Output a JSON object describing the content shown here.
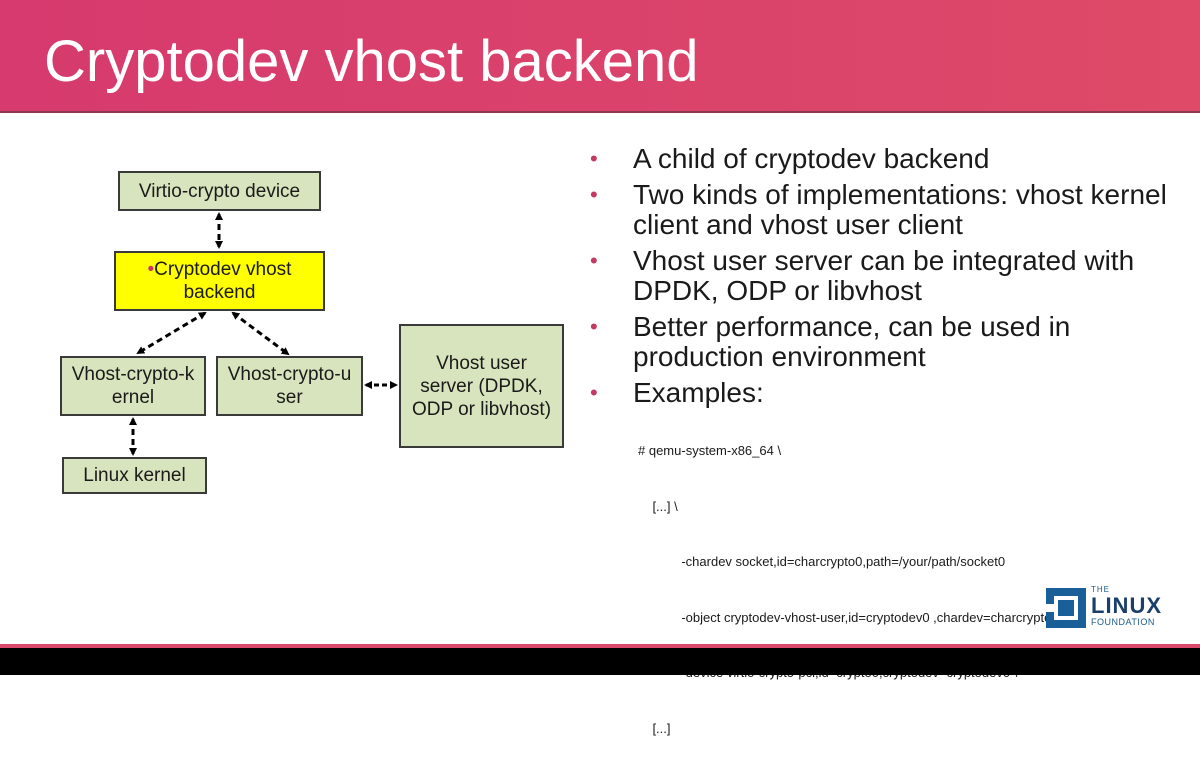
{
  "slide": {
    "title": "Cryptodev vhost backend"
  },
  "diagram": {
    "virtio_device": "Virtio-crypto device",
    "cryptodev_backend_bullet": "•",
    "cryptodev_backend": "Cryptodev vhost backend",
    "vhost_kernel": "Vhost-crypto-kernel",
    "vhost_user": "Vhost-crypto-user",
    "vhost_user_server": "Vhost user server (DPDK, ODP or libvhost)",
    "linux_kernel": "Linux kernel",
    "colors": {
      "box_fill": "#d8e4bd",
      "highlight_fill": "#ffff00"
    }
  },
  "bullets": [
    {
      "marker": "•",
      "text": "A child of cryptodev backend"
    },
    {
      "marker": "•",
      "text": "Two kinds of implementations: vhost kernel client and vhost user client"
    },
    {
      "marker": "•",
      "text": "Vhost user server can be integrated with DPDK, ODP or libvhost"
    },
    {
      "marker": "•",
      "text": "Better performance, can be used in production environment"
    },
    {
      "marker": "•",
      "text": "Examples:"
    }
  ],
  "code": [
    "# qemu-system-x86_64 \\",
    "    [...] \\",
    "            -chardev socket,id=charcrypto0,path=/your/path/socket0",
    "            -object cryptodev-vhost-user,id=cryptodev0 ,chardev=charcrypto0\\",
    "            -device virtio-crypto-pci,id=crypto0,cryptodev=cryptodev0 \\",
    "    [...]"
  ],
  "logo": {
    "the": "THE",
    "linux": "LINUX",
    "foundation": "FOUNDATION"
  },
  "colors": {
    "title_bar": "#d63a6e",
    "bullet_marker": "#c43a63",
    "bottom_bar": "#000000"
  }
}
